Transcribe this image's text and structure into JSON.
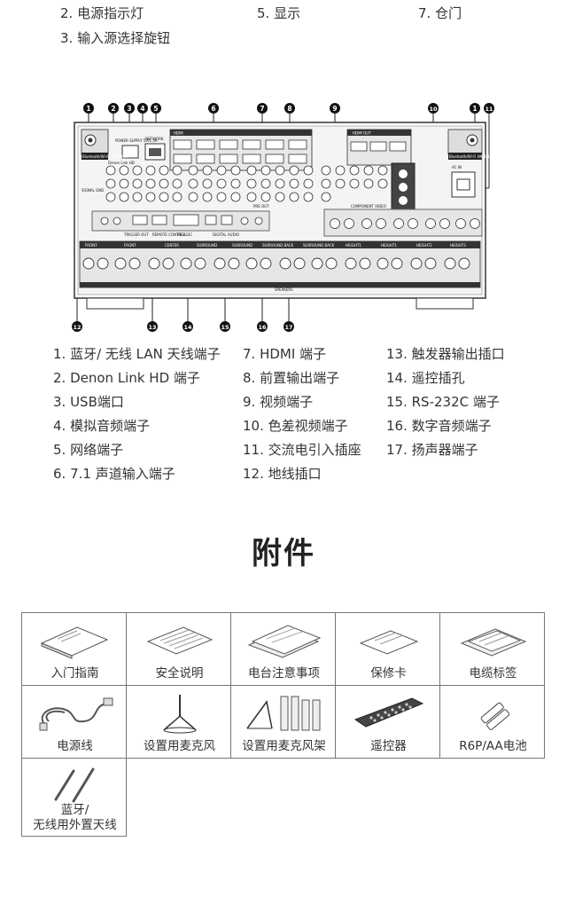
{
  "top_list": [
    {
      "text": "2. 电源指示灯"
    },
    {
      "text": "5. 显示"
    },
    {
      "text": "7. 仓门"
    },
    {
      "text": "3. 输入源选择旋钮"
    }
  ],
  "panel": {
    "callouts": [
      "1",
      "2",
      "3",
      "4",
      "5",
      "6",
      "7",
      "8",
      "9",
      "10",
      "1",
      "11",
      "12",
      "13",
      "14",
      "15",
      "16",
      "17"
    ],
    "labels": {
      "antenna_left": "Bluetooth/Wi-Fi ANTENNA",
      "antenna_right": "Bluetooth/Wi-Fi ANTENNA",
      "network": "NETWORK",
      "power_supply": "POWER SUPPLY 5V/1.5A",
      "denon_link": "Denon Link HD",
      "hdmi": "HDMI",
      "hdmi_out": "HDMI OUT",
      "signal_gnd": "SIGNAL GND",
      "ac_in": "AC IN",
      "trigger_out": "TRIGGER OUT",
      "remote_control": "REMOTE CONTROL",
      "rs232c": "RS-232C",
      "digital_audio": "DIGITAL AUDIO",
      "pre_out": "PRE OUT",
      "speakers": "SPEAKERS",
      "component_video": "COMPONENT VIDEO"
    },
    "speaker_groups": [
      "FRONT",
      "FRONT",
      "CENTER",
      "SURROUND",
      "SURROUND",
      "SURROUND BACK",
      "SURROUND BACK",
      "HEIGHT1",
      "HEIGHT1",
      "HEIGHT2",
      "HEIGHT3"
    ]
  },
  "legend": [
    [
      "1. 蓝牙/ 无线 LAN 天线端子",
      "2. Denon Link HD 端子",
      "3. USB端口",
      "4. 模拟音频端子",
      "5. 网络端子",
      "6. 7.1  声道输入端子"
    ],
    [
      "7. HDMI  端子",
      "8. 前置输出端子",
      "9. 视频端子",
      "10. 色差视频端子",
      "11. 交流电引入插座",
      "12. 地线插口"
    ],
    [
      "13. 触发器输出插口",
      "14. 遥控插孔",
      "15. RS-232C 端子",
      "16. 数字音频端子",
      "17. 扬声器端子"
    ]
  ],
  "accessories_title": "附件",
  "accessories": [
    {
      "label": "入门指南",
      "icon": "booklet-icon"
    },
    {
      "label": "安全说明",
      "icon": "leaflet-icon"
    },
    {
      "label": "电台注意事项",
      "icon": "notice-sheets-icon"
    },
    {
      "label": "保修卡",
      "icon": "warranty-card-icon"
    },
    {
      "label": "电缆标签",
      "icon": "cable-labels-icon"
    },
    {
      "label": "电源线",
      "icon": "power-cord-icon"
    },
    {
      "label": "设置用麦克风",
      "icon": "microphone-icon"
    },
    {
      "label": "设置用麦克风架",
      "icon": "mic-stand-icon"
    },
    {
      "label": "遥控器",
      "icon": "remote-control-icon"
    },
    {
      "label": "R6P/AA电池",
      "icon": "batteries-icon"
    },
    {
      "label": "蓝牙/",
      "label2": "无线用外置天线",
      "icon": "antennas-icon"
    }
  ]
}
